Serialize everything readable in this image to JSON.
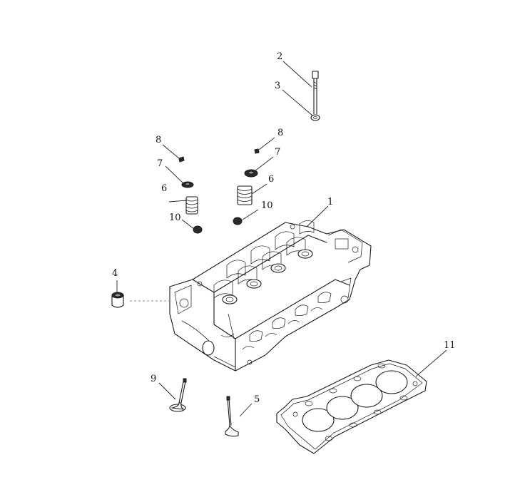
{
  "callouts": [
    {
      "id": "c1",
      "label": "1"
    },
    {
      "id": "c2",
      "label": "2"
    },
    {
      "id": "c3",
      "label": "3"
    },
    {
      "id": "c4",
      "label": "4"
    },
    {
      "id": "c5",
      "label": "5"
    },
    {
      "id": "c6a",
      "label": "6"
    },
    {
      "id": "c6b",
      "label": "6"
    },
    {
      "id": "c7a",
      "label": "7"
    },
    {
      "id": "c7b",
      "label": "7"
    },
    {
      "id": "c8a",
      "label": "8"
    },
    {
      "id": "c8b",
      "label": "8"
    },
    {
      "id": "c9",
      "label": "9"
    },
    {
      "id": "c10a",
      "label": "10"
    },
    {
      "id": "c10b",
      "label": "10"
    },
    {
      "id": "c11",
      "label": "11"
    }
  ],
  "colors": {
    "line": "#1a1a1a",
    "background": "#ffffff",
    "shade": "#9a9a9a"
  }
}
